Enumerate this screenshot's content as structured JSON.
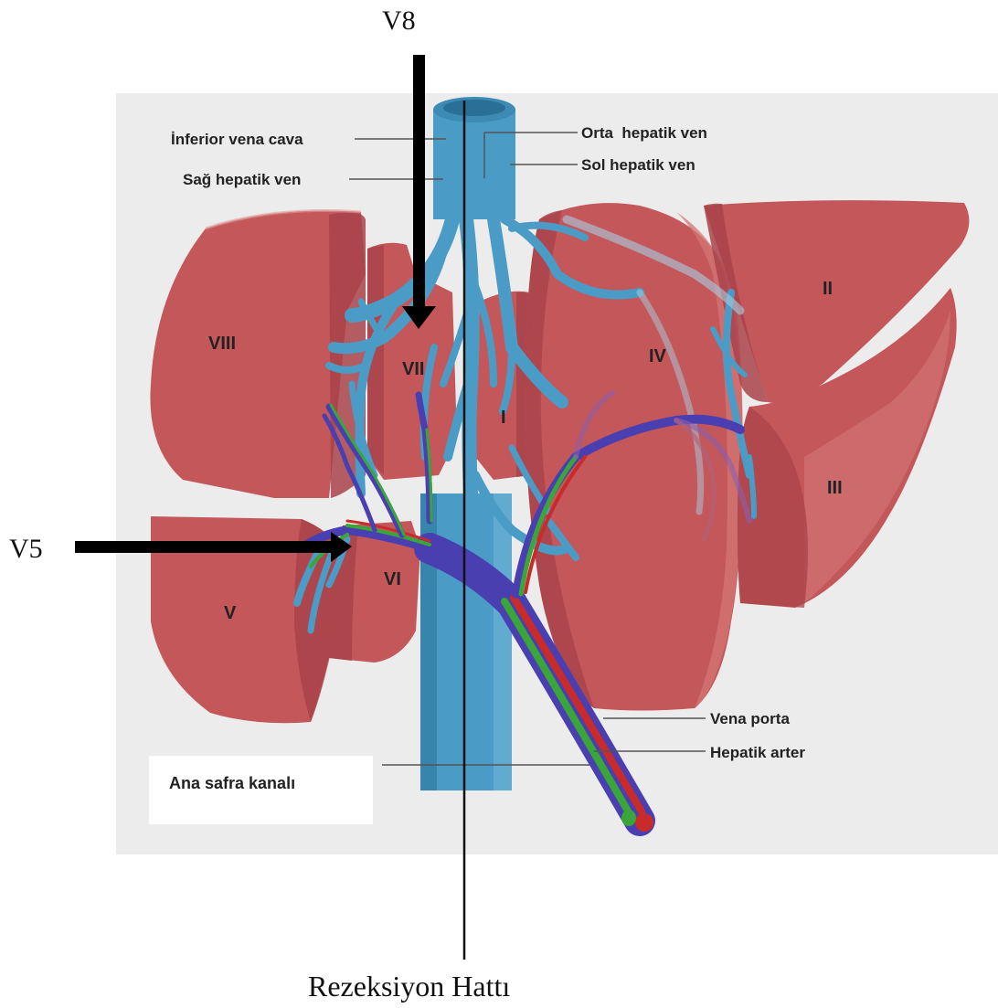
{
  "markers": {
    "v8": "V8",
    "v5": "V5"
  },
  "labels": {
    "inferior_vena_cava": "İnferior vena cava",
    "sag_hepatik_ven": "Sağ hepatik ven",
    "orta_hepatik_ven": "Orta  hepatik ven",
    "sol_hepatik_ven": "Sol hepatik ven",
    "vena_porta": "Vena porta",
    "hepatik_arter": "Hepatik arter",
    "ana_safra_kanali": "Ana safra kanalı",
    "rezeksiyon_hatti": "Rezeksiyon Hattı"
  },
  "segments": {
    "s1": "I",
    "s2": "II",
    "s3": "III",
    "s4": "IV",
    "s5": "V",
    "s6": "VI",
    "s7": "VII",
    "s8": "VIII"
  },
  "colors": {
    "liver": "#c4575a",
    "liver_light": "#d97a7a",
    "liver_dark": "#9f3c40",
    "vein": "#4a9cc6",
    "vein_dark": "#2f7aa3",
    "portal": "#4a3fb0",
    "artery": "#c92b2b",
    "bile": "#3aa63a",
    "panel": "#ececec"
  }
}
